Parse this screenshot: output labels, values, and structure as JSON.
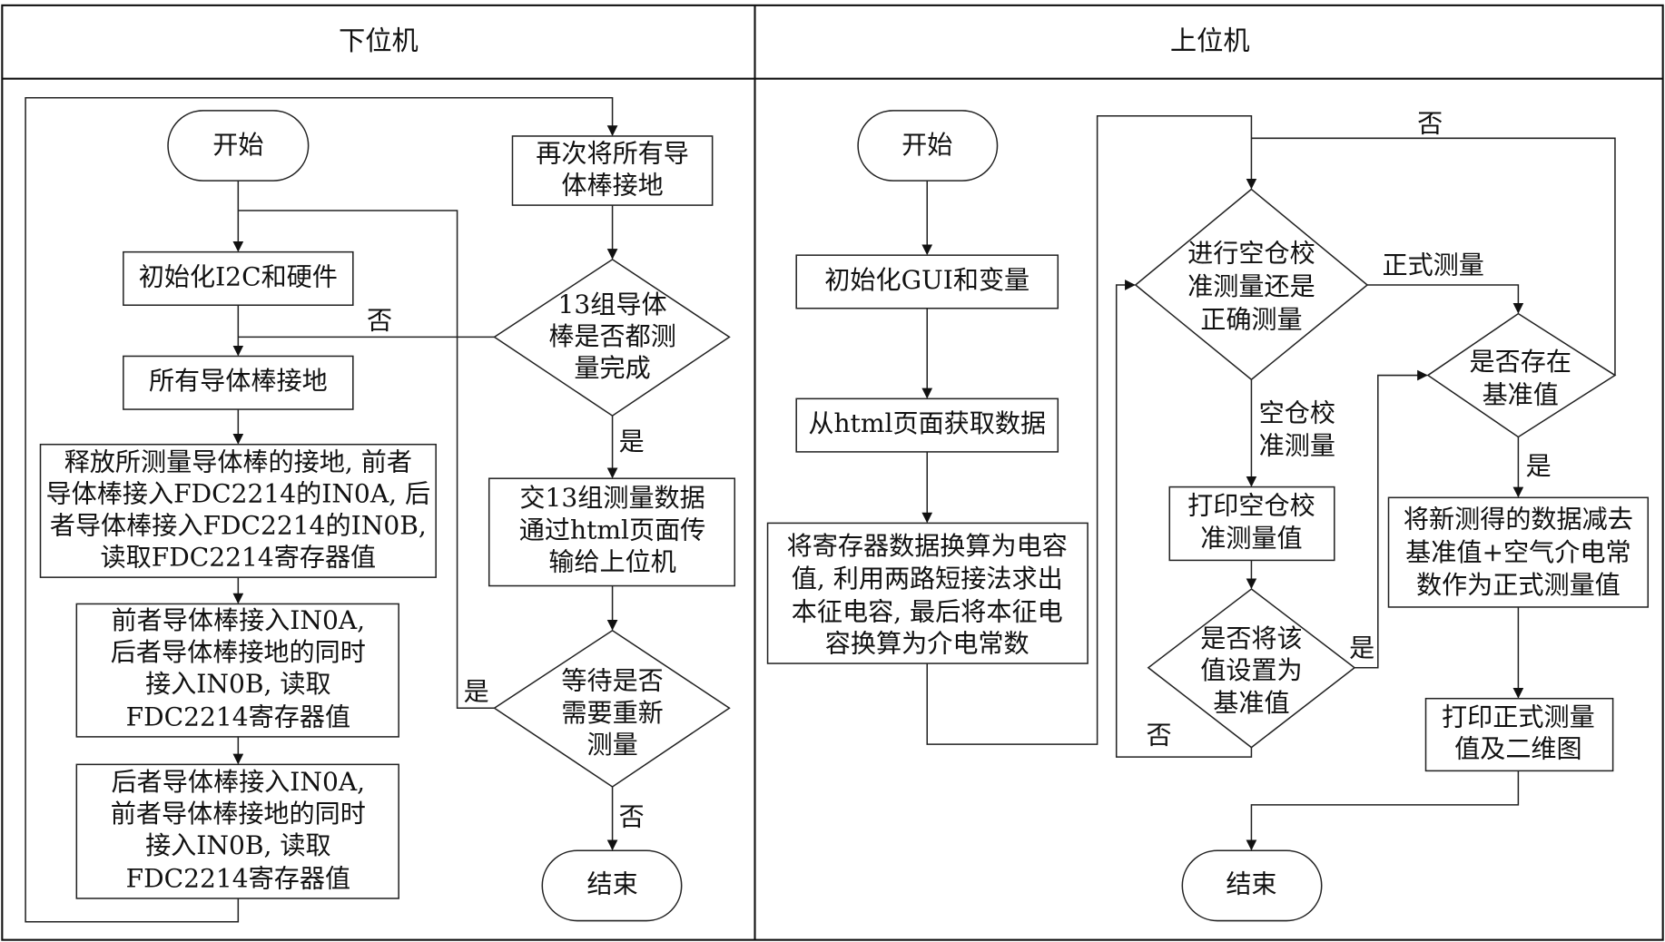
{
  "headers": {
    "left": "下位机",
    "right": "上位机"
  },
  "left": {
    "start": "开始",
    "init": "初始化I2C和硬件",
    "ground_all": "所有导体棒接地",
    "release": [
      "释放所测量导体棒的接地, 前者",
      "导体棒接入FDC2214的IN0A, 后",
      "者导体棒接入FDC2214的IN0B,",
      "读取FDC2214寄存器值"
    ],
    "step2": [
      "前者导体棒接入IN0A,",
      "后者导体棒接地的同时",
      "接入IN0B, 读取",
      "FDC2214寄存器值"
    ],
    "step3": [
      "后者导体棒接入IN0A,",
      "前者导体棒接地的同时",
      "接入IN0B, 读取",
      "FDC2214寄存器值"
    ],
    "reground": [
      "再次将所有导",
      "体棒接地"
    ],
    "decision_done": [
      "13组导体",
      "棒是否都测",
      "量完成"
    ],
    "send": [
      "交13组测量数据",
      "通过html页面传",
      "输给上位机"
    ],
    "decision_again": [
      "等待是否",
      "需要重新",
      "测量"
    ],
    "end": "结束",
    "label_no_1": "否",
    "label_yes_1": "是",
    "label_yes_2": "是",
    "label_no_2": "否"
  },
  "right": {
    "start": "开始",
    "init": "初始化GUI和变量",
    "fetch": "从html页面获取数据",
    "convert": [
      "将寄存器数据换算为电容",
      "值, 利用两路短接法求出",
      "本征电容, 最后将本征电",
      "容换算为介电常数"
    ],
    "decision_mode": [
      "进行空仓校",
      "准测量还是",
      "正确测量"
    ],
    "label_formal": "正式测量",
    "label_empty": [
      "空仓校",
      "准测量"
    ],
    "print_empty": [
      "打印空仓校",
      "准测量值"
    ],
    "decision_set": [
      "是否将该",
      "值设置为",
      "基准值"
    ],
    "decision_exist": [
      "是否存在",
      "基准值"
    ],
    "compute": [
      "将新测得的数据减去",
      "基准值+空气介电常",
      "数作为正式测量值"
    ],
    "print_formal": [
      "打印正式测量",
      "值及二维图"
    ],
    "end": "结束",
    "label_no_top": "否",
    "label_yes_exist": "是",
    "label_yes_set": "是",
    "label_no_set": "否"
  }
}
